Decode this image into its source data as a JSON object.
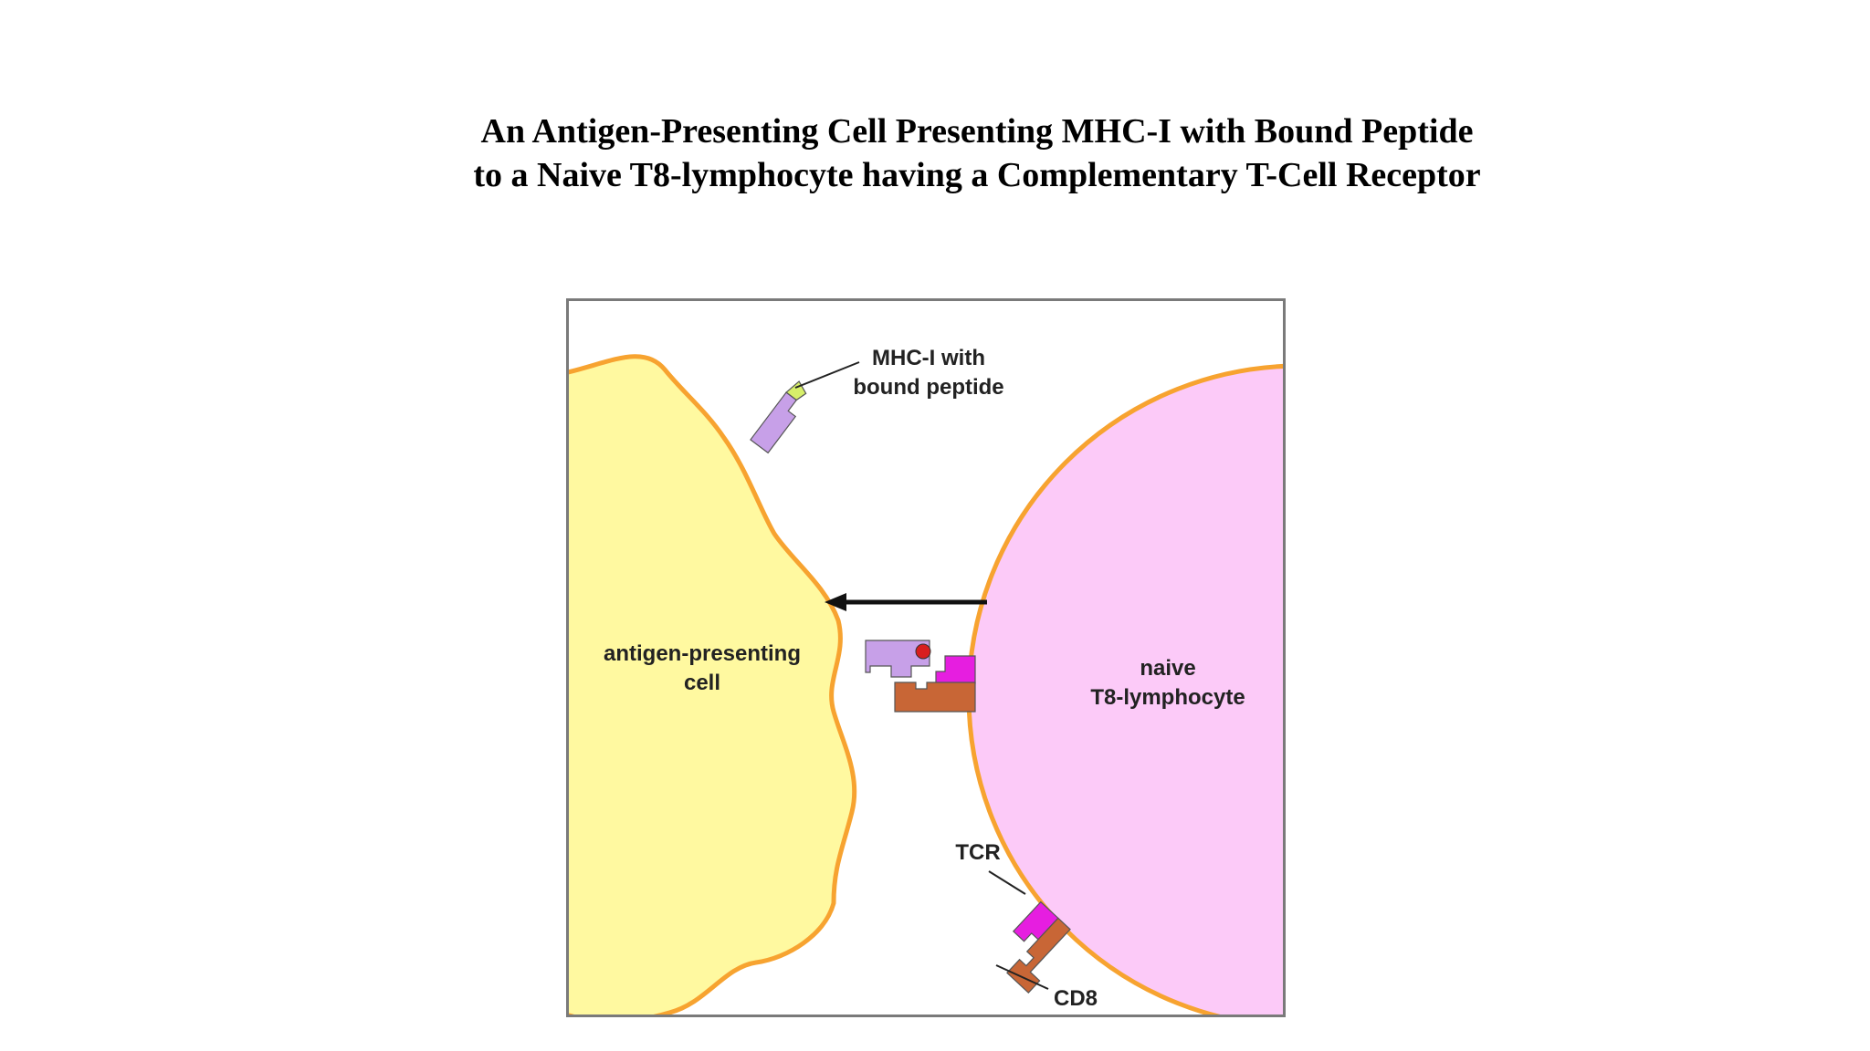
{
  "title": {
    "line1": "An Antigen-Presenting Cell Presenting MHC-I with Bound Peptide",
    "line2": "to a Naive T8-lymphocyte having a Complementary T-Cell Receptor"
  },
  "diagram": {
    "apc_label_line1": "antigen-presenting",
    "apc_label_line2": "cell",
    "tcell_label_line1": "naive",
    "tcell_label_line2": "T8-lymphocyte",
    "mhc_label_line1": "MHC-I with",
    "mhc_label_line2": "bound peptide",
    "tcr_label": "TCR",
    "cd8_label": "CD8"
  },
  "colors": {
    "apc_fill": "#fff9a0",
    "tcell_fill": "#fccaf8",
    "membrane": "#f7a330",
    "mhc": "#c7a0e8",
    "peptide_presented": "#d81e1e",
    "peptide_free": "#d7ef6a",
    "tcr": "#e61ee0",
    "cd8": "#c86636",
    "arrow": "#111111"
  }
}
